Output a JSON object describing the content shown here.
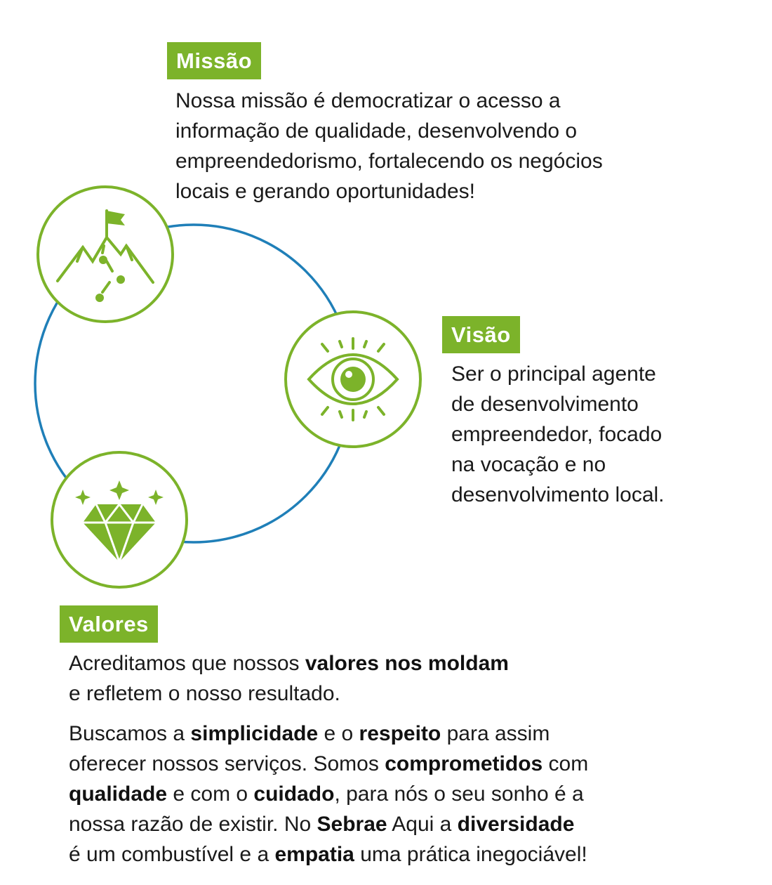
{
  "colors": {
    "accent": "#7cb32a",
    "ring": "#1f7fb8",
    "text": "#1a1a1a"
  },
  "icons": [
    "mountain-flag-icon",
    "eye-icon",
    "diamond-icon"
  ],
  "missao": {
    "title": "Missão",
    "lines": [
      "Nossa missão é democratizar o acesso a",
      "informação de qualidade, desenvolvendo o",
      "empreendedorismo, fortalecendo os negócios",
      "locais e gerando oportunidades!"
    ]
  },
  "visao": {
    "title": "Visão",
    "lines": [
      "Ser o principal agente",
      "de desenvolvimento",
      "empreendedor, focado",
      "na vocação e no",
      "desenvolvimento local."
    ]
  },
  "valores": {
    "title": "Valores",
    "p1": {
      "a": "Acreditamos que nossos ",
      "b": "valores nos moldam",
      "c": "e refletem o nosso resultado."
    },
    "p2": {
      "s1": "Buscamos a ",
      "s2": "simplicidade",
      "s3": " e o ",
      "s4": "respeito",
      "s5": " para assim",
      "s6": "oferecer nossos serviços. Somos ",
      "s7": "comprometidos",
      "s8": " com",
      "s9": "qualidade",
      "s10": " e com o ",
      "s11": "cuidado",
      "s12": ", para nós o seu sonho é a",
      "s13": "nossa razão de existir. No ",
      "s14": "Sebrae",
      "s15": " Aqui a ",
      "s16": "diversidade",
      "s17": "é um combustível e a ",
      "s18": "empatia",
      "s19": " uma prática inegociável!"
    }
  }
}
